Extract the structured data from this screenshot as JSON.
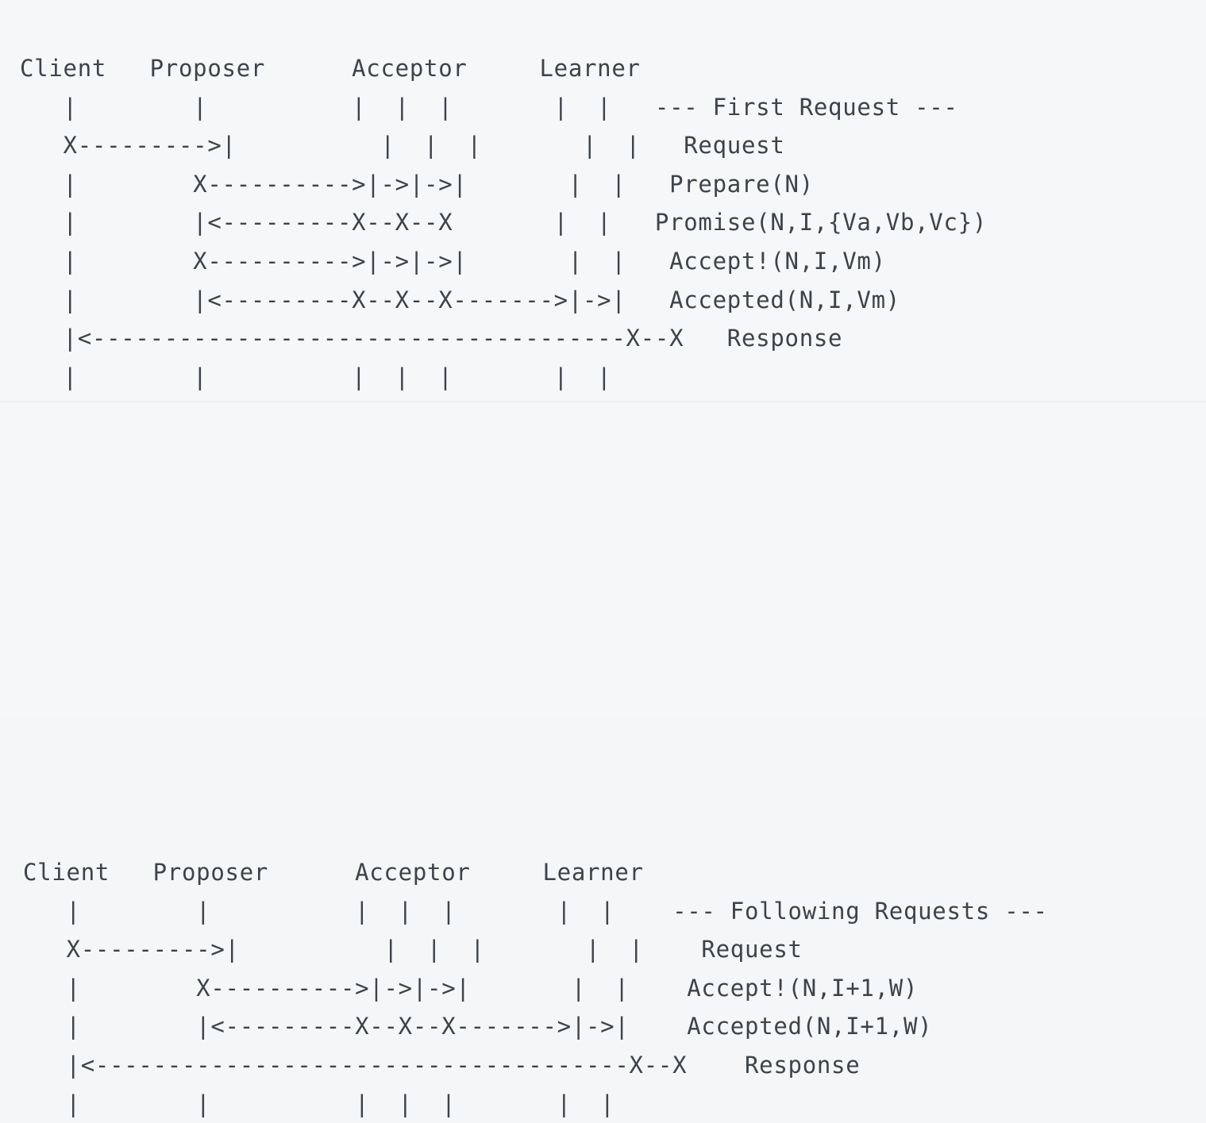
{
  "page": {
    "title": "Paxos Protocol Message Flow (ASCII sequence diagram)",
    "background_color": "#f5f7f9",
    "text_color": "#3d4349",
    "divider_color": "#eceff2",
    "font_style": "monospace",
    "columns": [
      "Client",
      "Proposer",
      "Acceptor",
      "Learner"
    ],
    "panel_count": 2
  },
  "panels": [
    {
      "id": "first-request",
      "section_label": "--- First Request ---",
      "header_line": "Client   Proposer      Acceptor     Learner",
      "headers": [
        "Client",
        "Proposer",
        "Acceptor",
        "Learner"
      ],
      "messages": [
        "Request",
        "Prepare(N)",
        "Promise(N,I,{Va,Vb,Vc})",
        "Accept!(N,I,Vm)",
        "Accepted(N,I,Vm)",
        "Response"
      ],
      "ascii": "Client   Proposer      Acceptor     Learner\n   |        |          |  |  |       |  |   --- First Request ---\n   X--------->|          |  |  |       |  |   Request\n   |        X---------->|->|->|       |  |   Prepare(N)\n   |        |<---------X--X--X       |  |   Promise(N,I,{Va,Vb,Vc})\n   |        X---------->|->|->|       |  |   Accept!(N,I,Vm)\n   |        |<---------X--X--X------->|->|   Accepted(N,I,Vm)\n   |<-------------------------------------X--X   Response\n   |        |          |  |  |       |  |"
    },
    {
      "id": "following-requests",
      "section_label": "--- Following Requests ---",
      "header_line": "Client   Proposer      Acceptor     Learner",
      "headers": [
        "Client",
        "Proposer",
        "Acceptor",
        "Learner"
      ],
      "messages": [
        "Request",
        "Accept!(N,I+1,W)",
        "Accepted(N,I+1,W)",
        "Response"
      ],
      "ascii": "Client   Proposer      Acceptor     Learner\n   |        |          |  |  |       |  |    --- Following Requests ---\n   X--------->|          |  |  |       |  |    Request\n   |        X---------->|->|->|       |  |    Accept!(N,I+1,W)\n   |        |<---------X--X--X------->|->|    Accepted(N,I+1,W)\n   |<-------------------------------------X--X    Response\n   |        |          |  |  |       |  |"
    }
  ],
  "diagram_rows": {
    "first_request": [
      {
        "label": "--- First Request ---",
        "art": "lifelines-only"
      },
      {
        "label": "Request",
        "art": "client-to-proposer"
      },
      {
        "label": "Prepare(N)",
        "art": "proposer-to-acceptors"
      },
      {
        "label": "Promise(N,I,{Va,Vb,Vc})",
        "art": "acceptors-to-proposer"
      },
      {
        "label": "Accept!(N,I,Vm)",
        "art": "proposer-to-acceptors"
      },
      {
        "label": "Accepted(N,I,Vm)",
        "art": "acceptors-to-proposer-and-learners"
      },
      {
        "label": "Response",
        "art": "learners-to-client"
      }
    ],
    "following_requests": [
      {
        "label": "--- Following Requests ---",
        "art": "lifelines-only"
      },
      {
        "label": "Request",
        "art": "client-to-proposer"
      },
      {
        "label": "Accept!(N,I+1,W)",
        "art": "proposer-to-acceptors"
      },
      {
        "label": "Accepted(N,I+1,W)",
        "art": "acceptors-to-proposer-and-learners"
      },
      {
        "label": "Response",
        "art": "learners-to-client"
      }
    ]
  }
}
